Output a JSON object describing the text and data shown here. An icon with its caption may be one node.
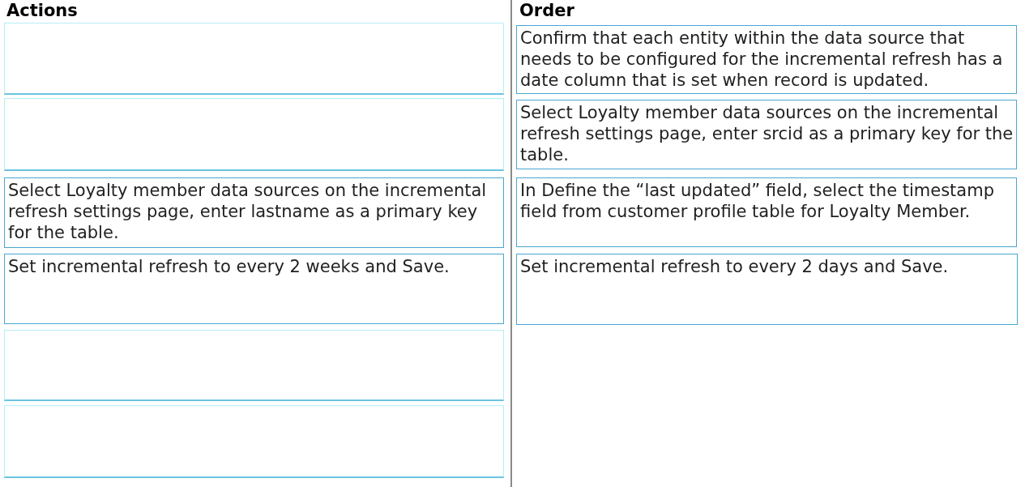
{
  "diagram": {
    "nodes": [
      {
        "text": [],
        "shape": "box"
      },
      {
        "text": [],
        "shape": "box"
      },
      {
        "text": [
          "Select Loyalty member data sources on the incremental refresh settings page, enter lastname as a primary key for the table."
        ]
      },
      {
        "text": [
          "Set incremental refresh to every 2 weeks and Save."
        ]
      },
      {
        "text": [],
        "shape": "box"
      },
      {
        "text": [],
        "shape": "box"
      },
      {
        "text": [
          "Confirm that each entity within the data source that needs to be configured for the incremental refresh has a date column that is set when record is updated."
        ]
      },
      {
        "text": [
          "Select Loyalty member data sources on the incremental refresh settings page, enter srcid as a primary key for the table."
        ]
      },
      {
        "text": [
          "In Define the “last updated” field, select the timestamp field from customer profile table for Loyalty Member."
        ]
      },
      {
        "text": [
          "Set incremental refresh to every 2 days and Save."
        ]
      }
    ],
    "labels": [
      "Actions",
      "Order"
    ]
  }
}
